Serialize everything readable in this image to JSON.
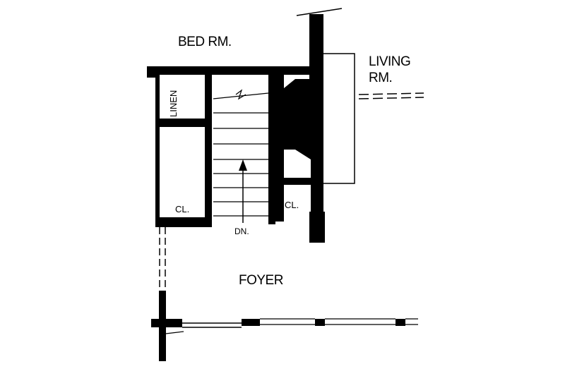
{
  "rooms": {
    "bed_rm": "BED RM.",
    "living_rm_line1": "LIVING",
    "living_rm_line2": "RM.",
    "foyer": "FOYER"
  },
  "closets": {
    "linen": "LINEN",
    "closet_left": "CL.",
    "closet_right": "CL."
  },
  "stairs": {
    "direction_label": "DN."
  }
}
